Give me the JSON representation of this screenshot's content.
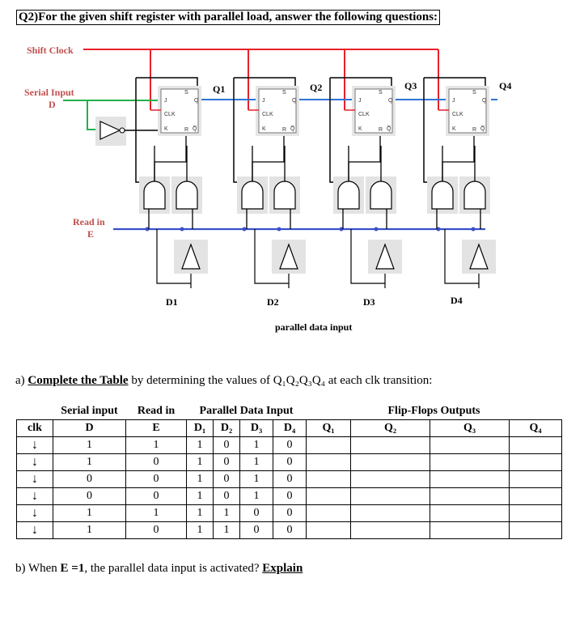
{
  "question_title": "Q2)For the given shift register with parallel load, answer the following questions:",
  "circuit": {
    "shift_clock": "Shift Clock",
    "serial_input": "Serial Input",
    "serial_input_sub": "D",
    "read_in": "Read in",
    "read_in_sub": "E",
    "outputs": [
      "Q1",
      "Q2",
      "Q3",
      "Q4"
    ],
    "data_inputs": [
      "D1",
      "D2",
      "D3",
      "D4"
    ],
    "parallel_caption": "parallel data input",
    "ff_labels": {
      "j": "J",
      "k": "K",
      "clk": "CLK",
      "s": "S",
      "r": "R",
      "q": "Q",
      "qbar": "Q̅"
    }
  },
  "part_a": {
    "prefix": "a) ",
    "link": "Complete the Table",
    "rest": " by determining the values of Q₁Q₂Q₃Q₄ at each clk transition:"
  },
  "table": {
    "group_headers": [
      "Serial input",
      "Read in",
      "Parallel Data Input",
      "Flip-Flops Outputs"
    ],
    "columns": [
      "clk",
      "D",
      "E",
      "D₁",
      "D₂",
      "D₃",
      "D₄",
      "Q₁",
      "Q₂",
      "Q₃",
      "Q₄"
    ],
    "clk_symbol": "↓",
    "rows": [
      [
        "1",
        "1",
        "1",
        "0",
        "1",
        "0"
      ],
      [
        "1",
        "0",
        "1",
        "0",
        "1",
        "0"
      ],
      [
        "0",
        "0",
        "1",
        "0",
        "1",
        "0"
      ],
      [
        "0",
        "0",
        "1",
        "0",
        "1",
        "0"
      ],
      [
        "1",
        "1",
        "1",
        "1",
        "0",
        "0"
      ],
      [
        "1",
        "0",
        "1",
        "1",
        "0",
        "0"
      ]
    ]
  },
  "part_b": {
    "prefix": "b) When ",
    "bold": "E =1",
    "rest": ", the parallel  data input is activated? ",
    "link": "Explain"
  }
}
